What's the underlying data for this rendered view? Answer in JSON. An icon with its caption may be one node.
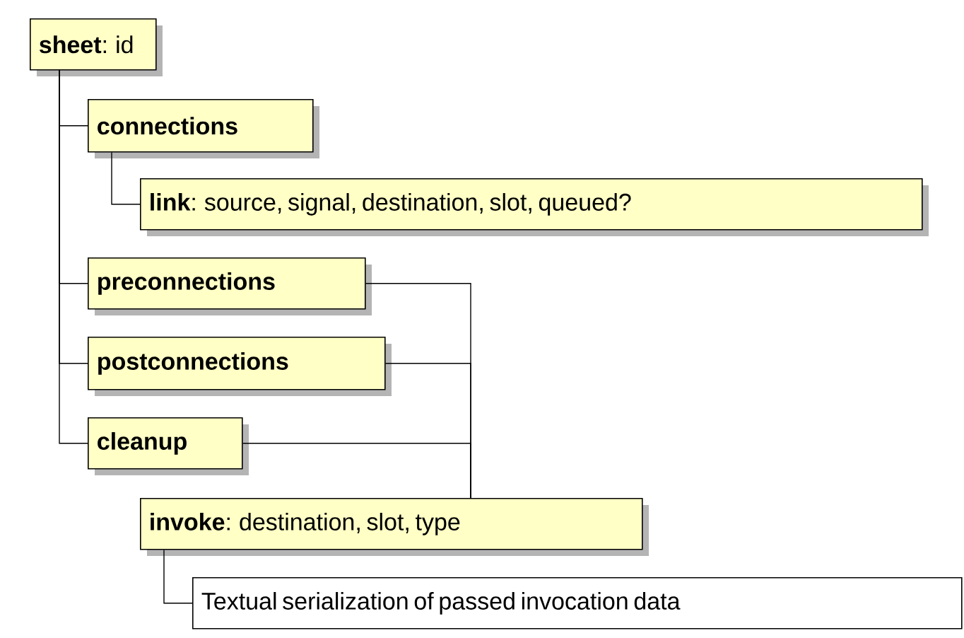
{
  "diagram": {
    "nodes": [
      {
        "text": [
          "**sheet**: id"
        ]
      },
      {
        "text": [
          "connections"
        ]
      },
      {
        "text": [
          "**link**: source, signal, destination, slot, queued?"
        ]
      },
      {
        "text": [
          "preconnections"
        ]
      },
      {
        "text": [
          "postconnections"
        ]
      },
      {
        "text": [
          "cleanup"
        ]
      },
      {
        "text": [
          "**invoke**: destination, slot, type"
        ]
      },
      {
        "text": [
          "Textual serialization of passed invocation data"
        ]
      }
    ],
    "edges": [
      {
        "from": 0,
        "to": 1,
        "arrow": "none"
      },
      {
        "from": 1,
        "to": 2,
        "arrow": "none"
      },
      {
        "from": 0,
        "to": 3,
        "arrow": "none"
      },
      {
        "from": 0,
        "to": 4,
        "arrow": "none"
      },
      {
        "from": 0,
        "to": 5,
        "arrow": "none"
      },
      {
        "from": 3,
        "to": 6,
        "arrow": "none"
      },
      {
        "from": 4,
        "to": 6,
        "arrow": "none"
      },
      {
        "from": 5,
        "to": 6,
        "arrow": "none"
      },
      {
        "from": 6,
        "to": 7,
        "arrow": "none"
      }
    ]
  }
}
